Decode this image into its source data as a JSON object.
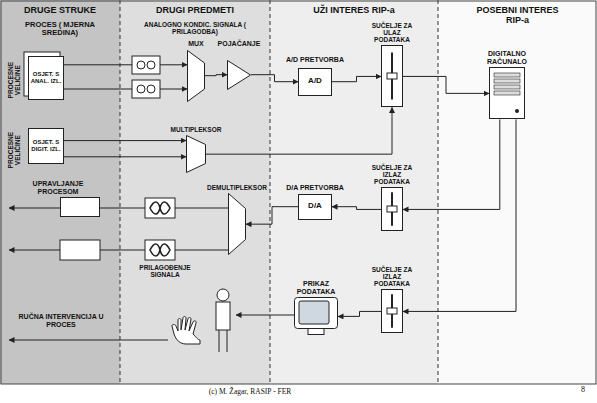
{
  "diagram": {
    "nodes": [
      {
        "text": [
          "DRUGE STRUKE",
          "PROCES ( MJERNA SREDINA)"
        ]
      },
      {
        "text": [
          "DRUGI PREDMETI",
          "ANALOGNO KONDIC. SIGNALA ( PRILAGODBA)"
        ]
      },
      {
        "text": [
          "UŽI INTERES RIP-a"
        ]
      },
      {
        "text": [
          "POSEBNI INTERES RIP-a"
        ]
      },
      {
        "text": [
          "OSJET. S ANAL. IZL."
        ],
        "in": 0
      },
      {
        "text": [
          "OSJET. S DIGIT. IZL."
        ],
        "in": 0
      },
      {
        "text": [
          "UPRAVLJANJE PROCESOM"
        ],
        "in": 0
      },
      {
        "text": [
          "MUX"
        ],
        "in": 1
      },
      {
        "text": [
          "POJAČANJE"
        ],
        "in": 1
      },
      {
        "text": [
          "MULTIPLEKSOR"
        ],
        "in": 1
      },
      {
        "text": [
          "DEMULTIPLEKSOR"
        ],
        "in": 1
      },
      {
        "text": [
          "A/D PRETVORBA",
          "A/D"
        ],
        "in": 2
      },
      {
        "text": [
          "SUČELJE ZA ULAZ PODATAKA"
        ],
        "in": 2
      },
      {
        "text": [
          "D/A PRETVORBA",
          "D/A"
        ],
        "in": 2
      },
      {
        "text": [
          "SUČELJE ZA IZLAZ PODATAKA"
        ],
        "in": 2
      },
      {
        "text": [
          "PRIKAZ PODATAKA"
        ],
        "in": 2
      },
      {
        "text": [
          "SUČELJE ZA IZLAZ PODATAKA"
        ],
        "in": 2
      },
      {
        "text": [
          "DIGITALNO RAČUNALO"
        ],
        "in": 3
      }
    ],
    "edges": [
      {
        "from": 4,
        "to": 7,
        "arrow": "to"
      },
      {
        "from": 4,
        "to": 7,
        "arrow": "to"
      },
      {
        "from": 7,
        "to": 8,
        "arrow": "to"
      },
      {
        "from": 8,
        "to": 11,
        "arrow": "to"
      },
      {
        "from": 11,
        "to": 12,
        "arrow": "to"
      },
      {
        "from": 12,
        "to": 17,
        "arrow": "to"
      },
      {
        "from": 5,
        "to": 9,
        "arrow": "to"
      },
      {
        "from": 5,
        "to": 9,
        "arrow": "to"
      },
      {
        "from": 9,
        "to": 12,
        "arrow": "to"
      },
      {
        "from": 17,
        "to": 14,
        "arrow": "to"
      },
      {
        "from": 14,
        "to": 13,
        "arrow": "to"
      },
      {
        "from": 13,
        "to": 10,
        "arrow": "to"
      },
      {
        "from": 17,
        "to": 16,
        "arrow": "to"
      },
      {
        "from": 16,
        "to": 15,
        "arrow": "to"
      }
    ],
    "labels": [
      "PROCESNE VELIČINE",
      "PROCESNE VELIČINE",
      "PRILAGOĐENJE SIGNALA",
      "RUČNA INTERVENCIJA U PROCES",
      "(c) M. Žagar, RASIP - FER",
      "8"
    ]
  }
}
